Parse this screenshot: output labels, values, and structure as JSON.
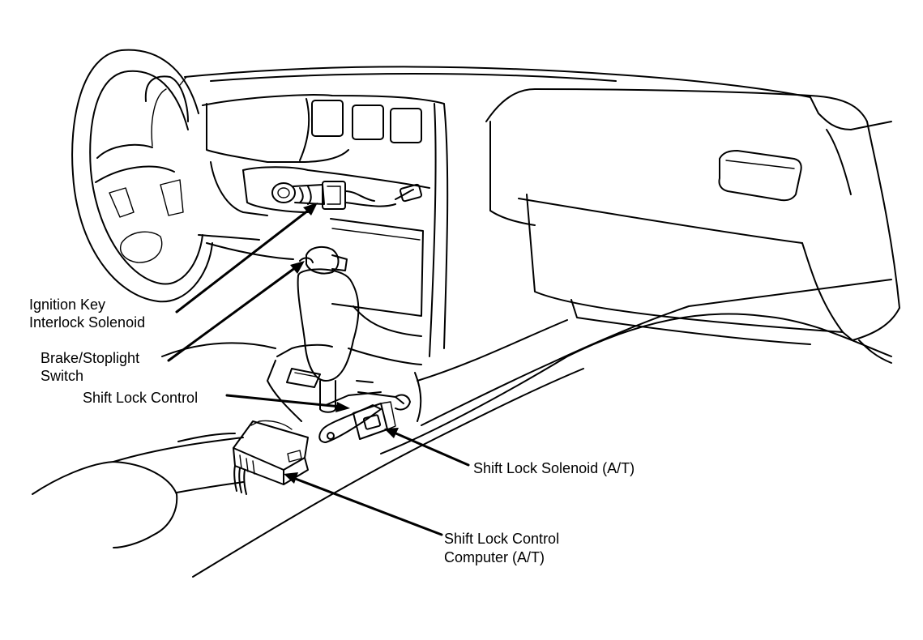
{
  "labels": {
    "ignition_key_interlock_solenoid": [
      "Ignition Key",
      "Interlock Solenoid"
    ],
    "brake_stoplight_switch": [
      "Brake/Stoplight",
      "Switch"
    ],
    "shift_lock_control": [
      "Shift Lock Control"
    ],
    "shift_lock_solenoid": [
      "Shift Lock Solenoid (A/T)"
    ],
    "shift_lock_control_computer": [
      "Shift Lock Control",
      "Computer (A/T)"
    ]
  }
}
